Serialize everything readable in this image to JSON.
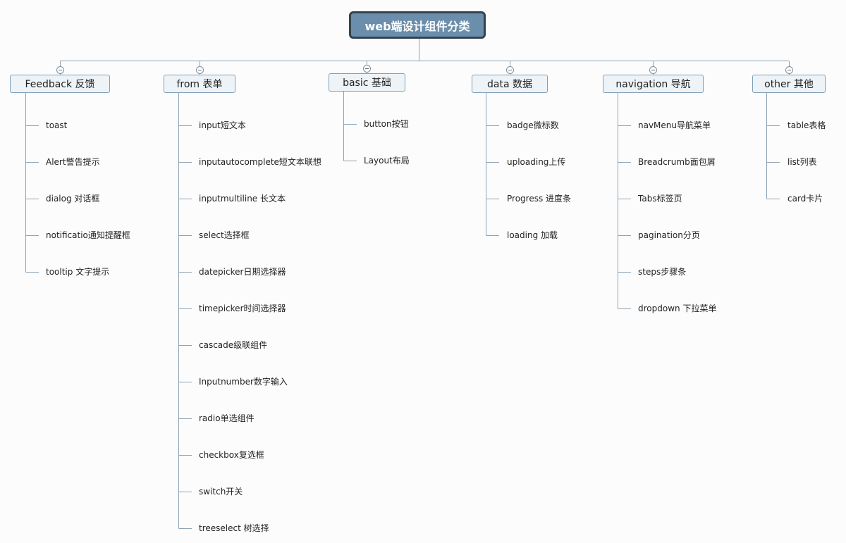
{
  "root": {
    "label": "web端设计组件分类"
  },
  "categories": [
    {
      "label": "Feedback 反馈",
      "items": [
        "toast",
        "Alert警告提示",
        "dialog 对话框",
        "notificatio通知提醒框",
        "tooltip 文字提示"
      ]
    },
    {
      "label": "from 表单",
      "items": [
        "input短文本",
        "inputautocomplete短文本联想",
        "inputmultiline 长文本",
        "select选择框",
        "datepicker日期选择器",
        "timepicker时间选择器",
        "cascade级联组件",
        "Inputnumber数字输入",
        "radio单选组件",
        "checkbox复选框",
        "switch开关",
        "treeselect 树选择"
      ]
    },
    {
      "label": "basic 基础",
      "items": [
        "button按钮",
        "Layout布局"
      ]
    },
    {
      "label": "data 数据",
      "items": [
        "badge微标数",
        "uploading上传",
        "Progress 进度条",
        "loading 加载"
      ]
    },
    {
      "label": "navigation 导航",
      "items": [
        "navMenu导航菜单",
        "Breadcrumb面包屑",
        "Tabs标签页",
        "pagination分页",
        "steps步骤条",
        "dropdown 下拉菜单"
      ]
    },
    {
      "label": "other 其他",
      "items": [
        "table表格",
        "list列表",
        "card卡片"
      ]
    }
  ],
  "colors": {
    "line": "#8ea3b4",
    "root_fill": "#6a8eab",
    "root_border": "#33444f",
    "node_fill": "#eef3f7",
    "node_border": "#7f9fb7"
  }
}
